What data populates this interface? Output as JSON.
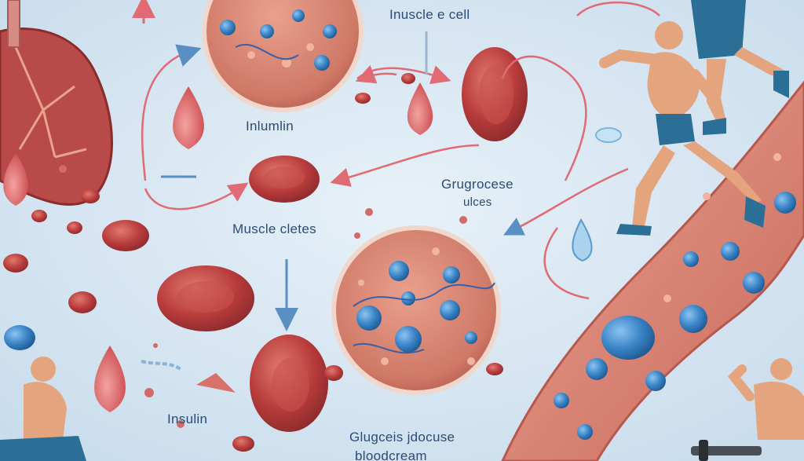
{
  "labels": {
    "muscle_cell_top": "Inuscle e cell",
    "insulin_mid": "Inlumlin",
    "muscle_cletes": "Muscle cletes",
    "glucose_right_1": "Grugrocese",
    "glucose_right_2": "ulces",
    "insulin_bottom": "Insulin",
    "glucose_bottom_1": "Glugceis jdocuse",
    "glucose_bottom_2": "bloodcream"
  },
  "colors": {
    "background": "#dbe9f3",
    "red_cell": "#b83b3b",
    "red_cell_light": "#d96a63",
    "glucose_blue": "#3c86c8",
    "arrow_red": "#e06b74",
    "arrow_blue": "#5a8fc4",
    "skin": "#e3a47e",
    "shorts": "#2c6f96",
    "vessel": "#d98473"
  }
}
